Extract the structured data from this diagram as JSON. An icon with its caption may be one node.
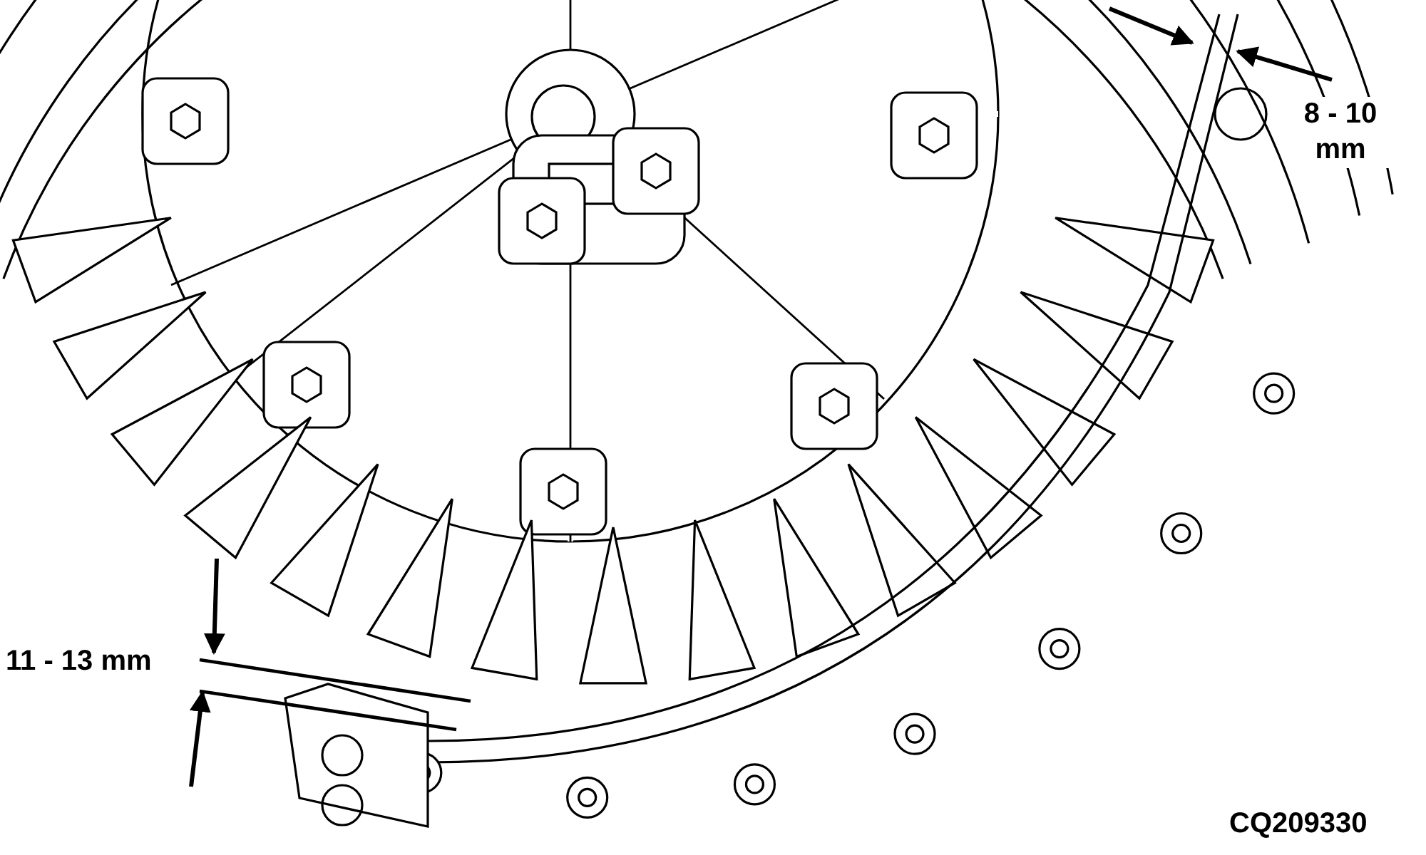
{
  "diagram": {
    "labels": [
      "8 - 10 mm",
      "11 - 13 mm",
      "CQ209330"
    ]
  }
}
